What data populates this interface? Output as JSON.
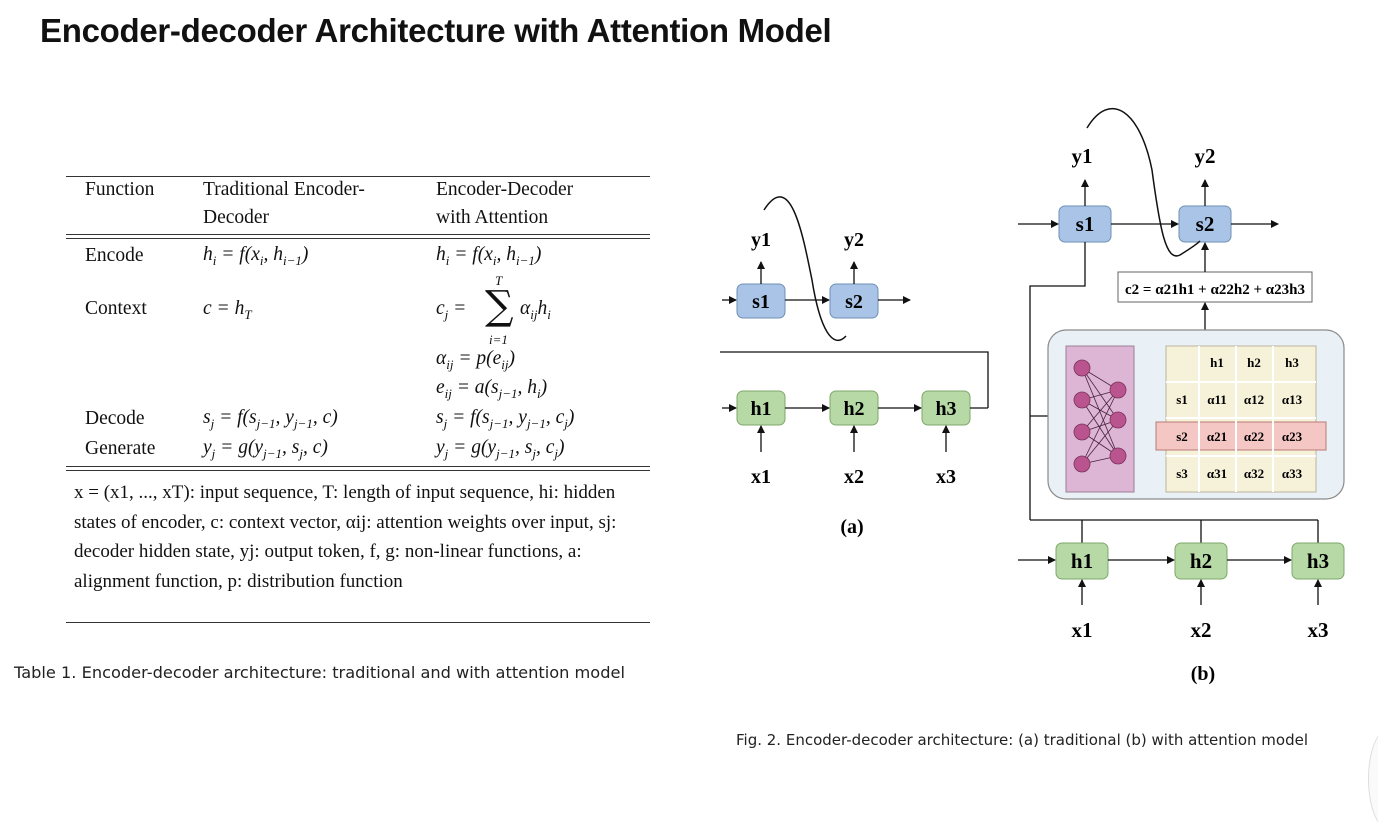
{
  "title": "Encoder-decoder Architecture with Attention Model",
  "table": {
    "headers": [
      "Function",
      "Traditional Encoder-Decoder",
      "Encoder-Decoder with Attention"
    ],
    "header_lines": {
      "col2": [
        "Traditional Encoder-",
        "Decoder"
      ],
      "col3": [
        "Encoder-Decoder",
        "with Attention"
      ]
    },
    "rows": [
      {
        "function": "Encode",
        "traditional": "h_i = f(x_i, h_{i−1})",
        "attention": [
          "h_i = f(x_i, h_{i−1})"
        ]
      },
      {
        "function": "Context",
        "traditional": "c = h_T",
        "attention": [
          "c_j = Σ_{i=1}^{T} α_ij h_i",
          "α_ij = p(e_ij)",
          "e_ij = a(s_{j−1}, h_i)"
        ]
      },
      {
        "function": "Decode",
        "traditional": "s_j = f(s_{j−1}, y_{j−1}, c)",
        "attention": [
          "s_j = f(s_{j−1}, y_{j−1}, c_j)"
        ]
      },
      {
        "function": "Generate",
        "traditional": "y_j = g(y_{j−1}, s_j, c)",
        "attention": [
          "y_j = g(y_{j−1}, s_j, c_j)"
        ]
      }
    ],
    "footnote": "x = (x1, ..., xT): input sequence, T: length of input sequence, hi: hidden states of encoder, c: context vector, αij: attention weights over input, sj: decoder hidden state, yj: output token, f, g: non-linear functions, a: alignment function, p: distribution function"
  },
  "table_caption": "Table 1.  Encoder-decoder architecture: traditional and with attention model",
  "figure_caption": "Fig. 2.  Encoder-decoder architecture: (a) traditional (b) with attention model",
  "diagram_a": {
    "panel_label": "(a)",
    "decoder_nodes": [
      "s1",
      "s2"
    ],
    "outputs": [
      "y1",
      "y2"
    ],
    "encoder_nodes": [
      "h1",
      "h2",
      "h3"
    ],
    "inputs": [
      "x1",
      "x2",
      "x3"
    ]
  },
  "diagram_b": {
    "panel_label": "(b)",
    "decoder_nodes": [
      "s1",
      "s2"
    ],
    "outputs": [
      "y1",
      "y2"
    ],
    "context_formula": "c2 = α21h1 + α22h2 + α23h3",
    "attention_matrix": {
      "col_headers": [
        "h1",
        "h2",
        "h3"
      ],
      "row_headers": [
        "s1",
        "s2",
        "s3"
      ],
      "cells": [
        [
          "α11",
          "α12",
          "α13"
        ],
        [
          "α21",
          "α22",
          "α23"
        ],
        [
          "α31",
          "α32",
          "α33"
        ]
      ],
      "highlighted_row": "s2"
    },
    "encoder_nodes": [
      "h1",
      "h2",
      "h3"
    ],
    "inputs": [
      "x1",
      "x2",
      "x3"
    ]
  },
  "colors": {
    "decoder_fill": "#a9c4e6",
    "encoder_fill": "#b7d9a6",
    "network_fill": "#dcb6d4",
    "neuron_fill": "#b9548f",
    "matrix_fill": "#f6f2d9",
    "highlight_row": "#f4c7c4",
    "panel_fill": "#eaf1f6"
  }
}
